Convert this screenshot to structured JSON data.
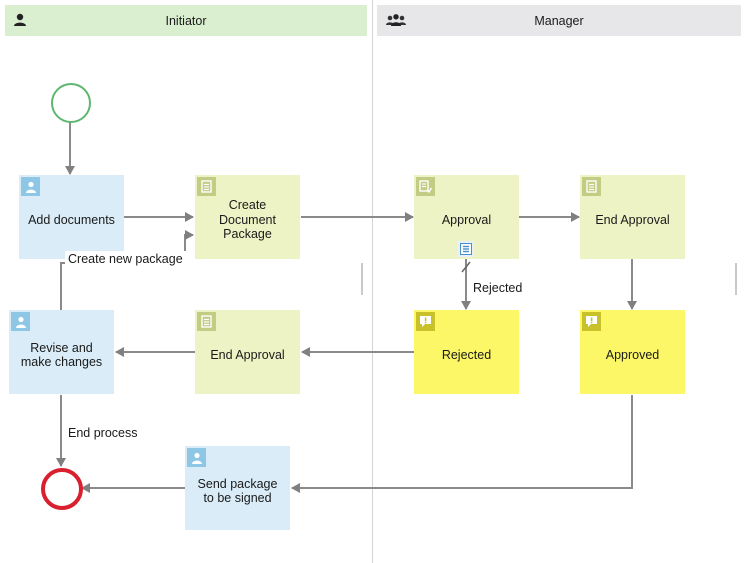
{
  "lanes": {
    "initiator": {
      "title": "Initiator",
      "icon": "person-icon"
    },
    "manager": {
      "title": "Manager",
      "icon": "group-icon"
    }
  },
  "nodes": {
    "add_documents": {
      "label": "Add documents",
      "type": "user-task",
      "icon": "user-task-icon"
    },
    "create_package": {
      "label": "Create Document Package",
      "type": "document-task",
      "icon": "document-icon"
    },
    "approval": {
      "label": "Approval",
      "type": "approval-task",
      "icon": "approval-icon"
    },
    "end_approval_manager": {
      "label": "End Approval",
      "type": "document-task",
      "icon": "document-icon"
    },
    "revise": {
      "label": "Revise and make changes",
      "type": "user-task",
      "icon": "user-task-icon"
    },
    "end_approval_initiator": {
      "label": "End Approval",
      "type": "document-task",
      "icon": "document-icon"
    },
    "rejected": {
      "label": "Rejected",
      "type": "notification",
      "icon": "alert-icon"
    },
    "approved": {
      "label": "Approved",
      "type": "notification",
      "icon": "alert-icon"
    },
    "send_package": {
      "label": "Send package to be signed",
      "type": "user-task",
      "icon": "user-task-icon"
    }
  },
  "edge_labels": {
    "create_new_package": "Create new package",
    "rejected": "Rejected",
    "end_process": "End process"
  },
  "colors": {
    "initiator_header": "#d9efd0",
    "manager_header": "#e7e7ea",
    "user_task": "#d9ecf7",
    "document_task": "#eef3c5",
    "notification": "#fbf766",
    "start_event": "#5fb76f",
    "end_event": "#d8202e",
    "connector": "#808080"
  }
}
